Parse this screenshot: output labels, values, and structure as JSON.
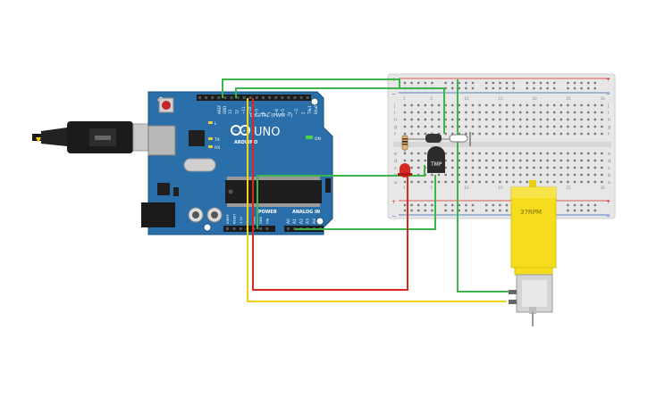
{
  "arduino": {
    "brand": "ARDUINO",
    "model": "UNO",
    "digital_label": "DIGITAL (PWM ~)",
    "analog_label": "ANALOG IN",
    "power_label": "POWER",
    "on_label": "ON",
    "tx_label": "TX",
    "rx_label": "RX",
    "l_label": "L",
    "aref": "AREF",
    "gnd": "GND",
    "digital_pins": [
      "13",
      "12",
      "~11",
      "~10",
      "~9",
      "8",
      "7",
      "~6",
      "~5",
      "4",
      "~3",
      "2",
      "TX▸1",
      "RX◂0"
    ],
    "power_pins": [
      "IOREF",
      "RESET",
      "3.3V",
      "5V",
      "GND",
      "GND",
      "VIN"
    ],
    "analog_pins": [
      "A0",
      "A1",
      "A2",
      "A3",
      "A4",
      "A5"
    ]
  },
  "breadboard": {
    "row_letters_top": [
      "j",
      "i",
      "h",
      "g",
      "f"
    ],
    "row_letters_bottom": [
      "e",
      "d",
      "c",
      "b",
      "a"
    ],
    "column_numbers": [
      "1",
      "5",
      "10",
      "15",
      "20",
      "25",
      "30"
    ],
    "plus": "+",
    "minus": "−"
  },
  "components": {
    "temp_sensor_label": "TMP",
    "motor_label": "37RPM"
  },
  "wire_colors": {
    "green": "#3cb54a",
    "red": "#d9281f",
    "yellow": "#f2d21b"
  }
}
